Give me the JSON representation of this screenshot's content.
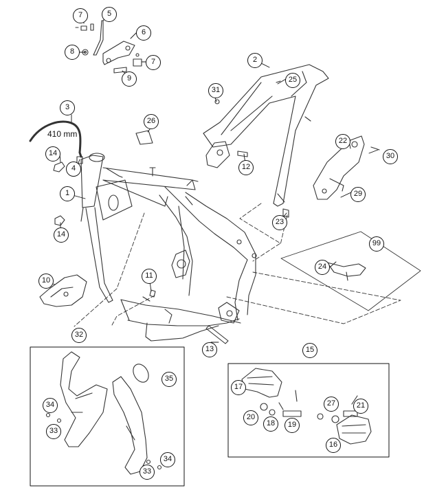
{
  "dimension_label": "410 mm",
  "callouts": {
    "c1": "1",
    "c2": "2",
    "c3": "3",
    "c4": "4",
    "c5": "5",
    "c6": "6",
    "c7a": "7",
    "c7b": "7",
    "c8": "8",
    "c9": "9",
    "c10": "10",
    "c11": "11",
    "c12": "12",
    "c13": "13",
    "c14a": "14",
    "c14b": "14",
    "c15": "15",
    "c16": "16",
    "c17": "17",
    "c18": "18",
    "c19": "19",
    "c20": "20",
    "c21": "21",
    "c22": "22",
    "c23": "23",
    "c24": "24",
    "c25": "25",
    "c26": "26",
    "c27": "27",
    "c29": "29",
    "c30": "30",
    "c31": "31",
    "c32": "32",
    "c33a": "33",
    "c33b": "33",
    "c34a": "34",
    "c34b": "34",
    "c35": "35",
    "c99": "99"
  }
}
